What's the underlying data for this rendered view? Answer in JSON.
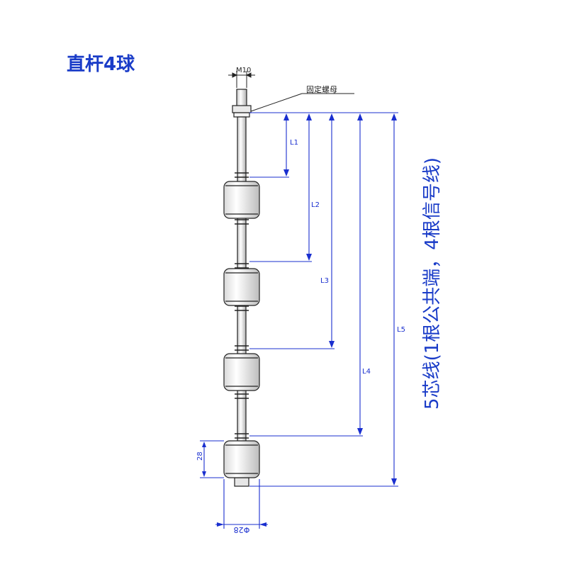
{
  "title": "直杆4球",
  "labels": {
    "thread": "M10",
    "nut": "固定螺母",
    "l1": "L1",
    "l2": "L2",
    "l3": "L3",
    "l4": "L4",
    "l5": "L5",
    "float_height": "28",
    "float_diameter": "Φ28"
  },
  "side_note": "5芯线(1根公共端，4根信号线)",
  "colors": {
    "title": "#1a3cc8",
    "dimension": "#1a2fcf",
    "drawing": "#222222"
  }
}
